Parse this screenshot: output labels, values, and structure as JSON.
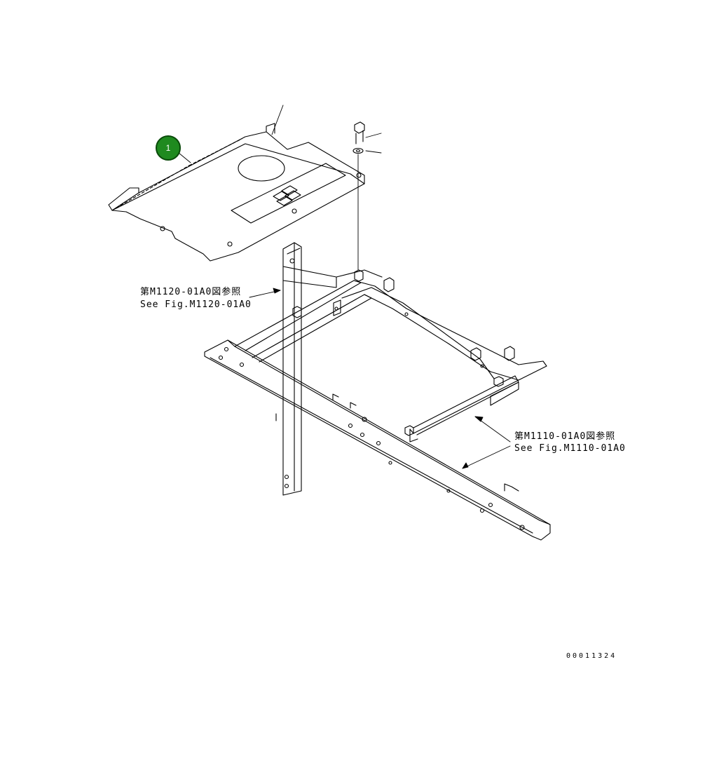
{
  "callouts": [
    {
      "number": "1",
      "color": "#1f8a1f"
    }
  ],
  "references": [
    {
      "jp": "第M1120-01A0図参照",
      "en": "See Fig.M1120-01A0"
    },
    {
      "jp": "第M1110-01A0図参照",
      "en": "See Fig.M1110-01A0"
    }
  ],
  "drawing_number": "00011324"
}
